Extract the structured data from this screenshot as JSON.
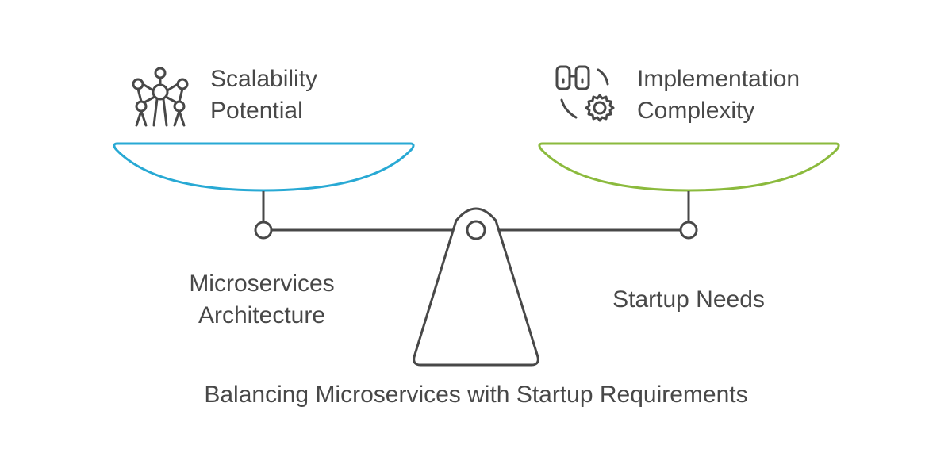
{
  "diagram": {
    "left": {
      "title_line1": "Scalability",
      "title_line2": "Potential",
      "base_line1": "Microservices",
      "base_line2": "Architecture",
      "icon": "atom-structure-icon",
      "color": "#28a9d4"
    },
    "right": {
      "title_line1": "Implementation",
      "title_line2": "Complexity",
      "base_line1": "Startup Needs",
      "icon": "binoculars-gear-icon",
      "color": "#8bba3d"
    },
    "caption": "Balancing Microservices with Startup Requirements",
    "stroke_color": "#484848"
  }
}
